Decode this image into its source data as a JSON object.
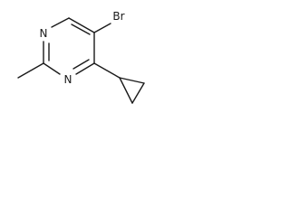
{
  "atoms": {
    "br": "Br",
    "n1": "N",
    "n3": "N"
  }
}
